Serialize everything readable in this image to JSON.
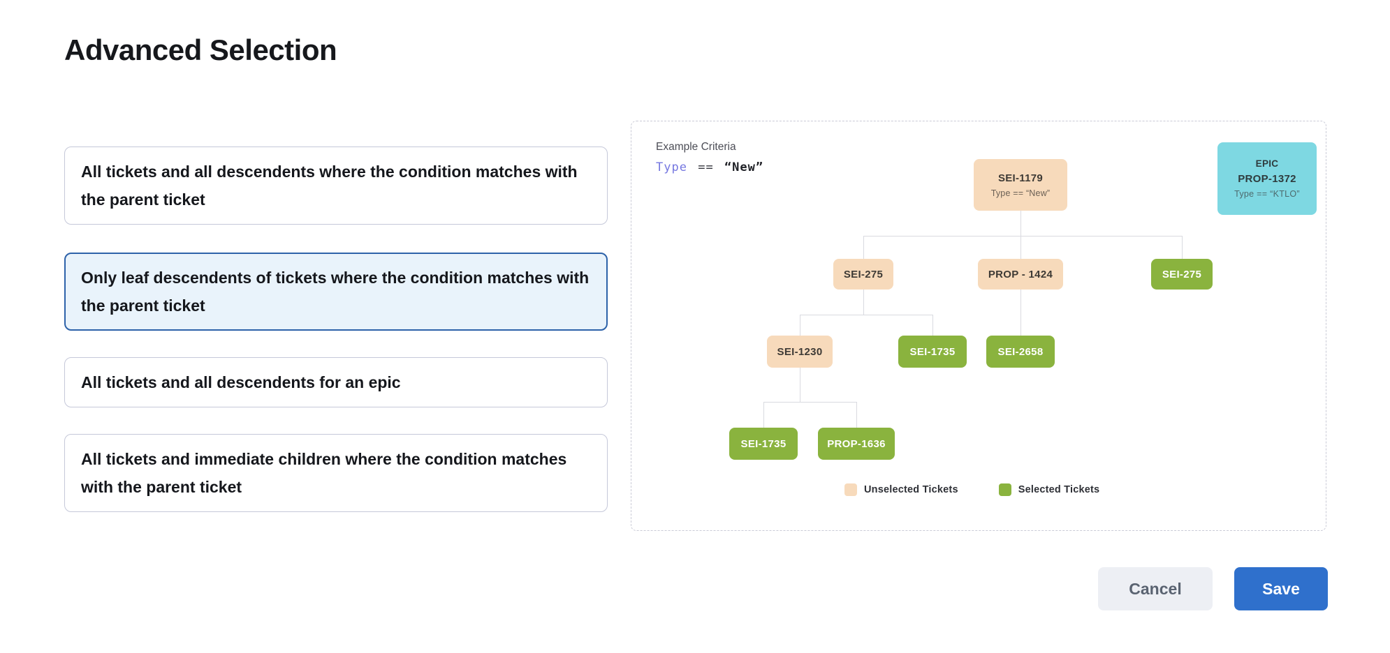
{
  "page": {
    "title": "Advanced Selection"
  },
  "options": {
    "items": [
      {
        "label": "All tickets and all descendents where the condition matches with the parent ticket",
        "selected": false
      },
      {
        "label": "Only leaf descendents of tickets where the condition matches with the parent ticket",
        "selected": true
      },
      {
        "label": "All tickets and all descendents for an epic",
        "selected": false
      },
      {
        "label": "All tickets and immediate children where the condition matches with the parent ticket",
        "selected": false
      }
    ]
  },
  "example_panel": {
    "heading": "Example Criteria",
    "criteria": {
      "field": "Type",
      "operator": "==",
      "value": "“New”"
    },
    "epic_card": {
      "line1": "EPIC",
      "line2": "PROP-1372",
      "line3": "Type == “KTLO”"
    },
    "tree": {
      "root": {
        "id": "SEI-1179",
        "condition": "Type == “New”",
        "state": "unselected"
      },
      "level2": [
        {
          "id": "SEI-275",
          "state": "unselected"
        },
        {
          "id": "PROP - 1424",
          "state": "unselected"
        },
        {
          "id": "SEI-275",
          "state": "selected"
        }
      ],
      "level3": [
        {
          "id": "SEI-1230",
          "state": "unselected"
        },
        {
          "id": "SEI-1735",
          "state": "selected"
        },
        {
          "id": "SEI-2658",
          "state": "selected"
        }
      ],
      "level4": [
        {
          "id": "SEI-1735",
          "state": "selected"
        },
        {
          "id": "PROP-1636",
          "state": "selected"
        }
      ]
    },
    "legend": [
      {
        "label": "Unselected Tickets",
        "color": "#f7dabb"
      },
      {
        "label": "Selected Tickets",
        "color": "#8ab33e"
      }
    ]
  },
  "footer": {
    "cancel_label": "Cancel",
    "save_label": "Save"
  },
  "colors": {
    "unselected_ticket": "#f7dabb",
    "selected_ticket": "#8ab33e",
    "epic_ticket": "#7ed8e2",
    "selected_option_border": "#2d62a9",
    "selected_option_bg": "#e9f3fb",
    "save_button": "#2f70cc",
    "criteria_field_text": "#7577e0"
  }
}
